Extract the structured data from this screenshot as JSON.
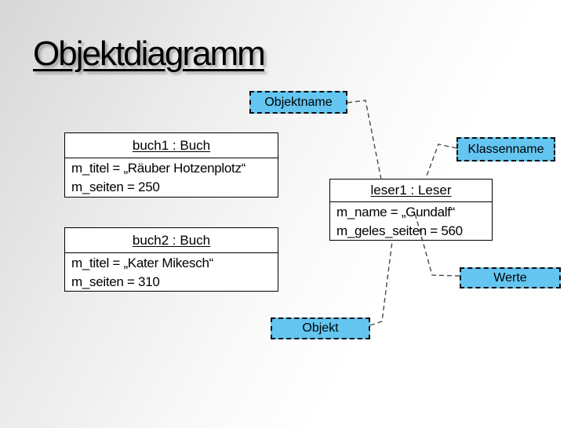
{
  "title": "Objektdiagramm",
  "callouts": {
    "objektname": "Objektname",
    "klassenname": "Klassenname",
    "werte": "Werte",
    "objekt": "Objekt"
  },
  "objects": [
    {
      "header": "buch1 : Buch",
      "attributes": [
        "m_titel = „Räuber Hotzenplotz“",
        "m_seiten = 250"
      ]
    },
    {
      "header": "buch2 : Buch",
      "attributes": [
        "m_titel = „Kater Mikesch“",
        "m_seiten = 310"
      ]
    },
    {
      "header": "leser1 : Leser",
      "attributes": [
        "m_name = „Gundalf“",
        "m_geles_seiten = 560"
      ]
    }
  ],
  "colors": {
    "callout_fill": "#63c5f0",
    "callout_border": "#0b0b0b",
    "box_border": "#000000",
    "box_fill": "#ffffff",
    "connector": "#4a4a4a",
    "title_color": "#000000",
    "background_start": "#d7d7d7",
    "background_end": "#ffffff"
  }
}
